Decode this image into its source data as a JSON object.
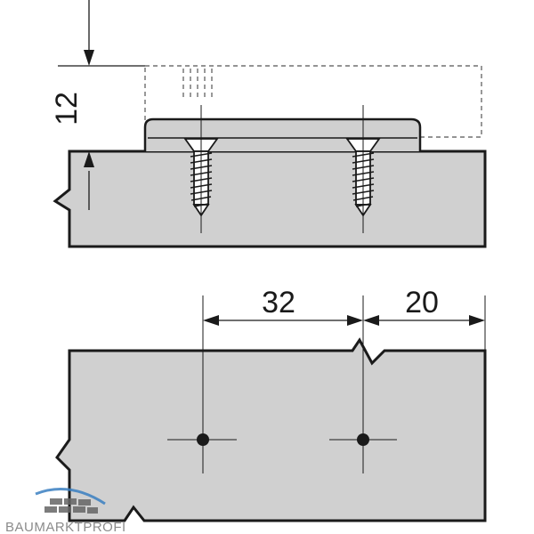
{
  "drawing": {
    "dimensions": {
      "height_label": "12",
      "hole_spacing_label": "32",
      "edge_offset_label": "20"
    },
    "colors": {
      "panel_fill": "#d0d0d0",
      "line": "#1a1a1a",
      "dashed_outline": "#555555",
      "logo_blue": "#3a7fc1",
      "logo_gray": "#777777"
    }
  },
  "logo": {
    "text": "BAUMARKTPROFI"
  }
}
